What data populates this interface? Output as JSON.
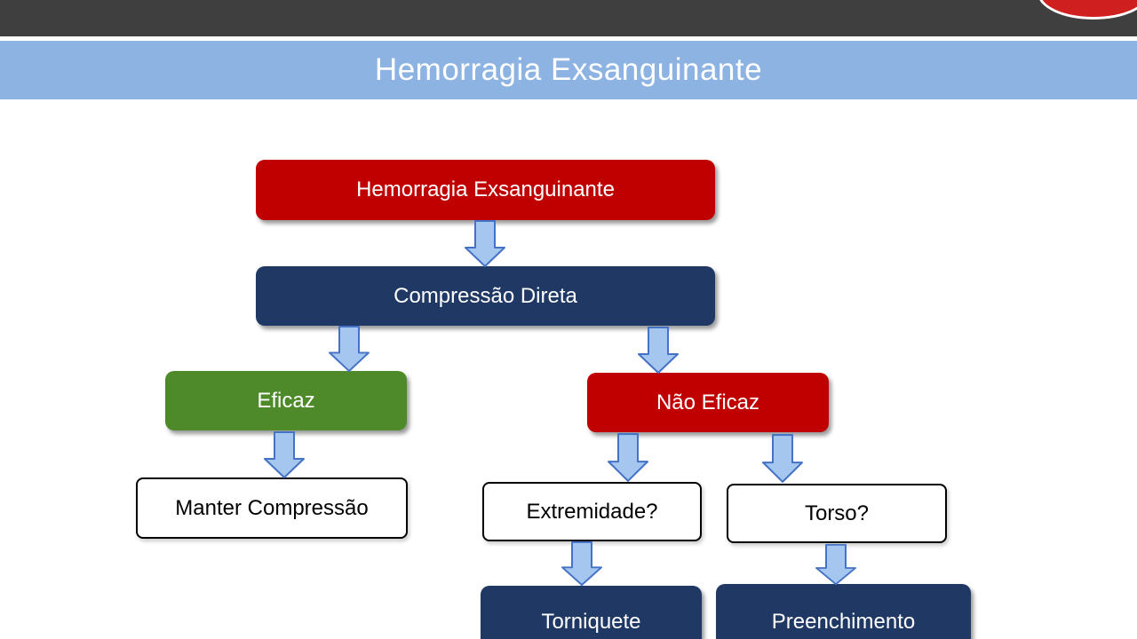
{
  "page": {
    "top_bar_color": "#3F3F3F",
    "logo": {
      "shape": "red-ellipse-partial",
      "color": "#D01F1F",
      "border_color": "#FFFFFF"
    }
  },
  "header": {
    "title": "Hemorragia Exsanguinante",
    "band_color": "#8DB3E2",
    "text_color": "#FFFFFF"
  },
  "flowchart": {
    "nodes": {
      "root": {
        "label": "Hemorragia Exsanguinante",
        "fill": "#C00000",
        "text": "#FFFFFF"
      },
      "compressao": {
        "label": "Compressão Direta",
        "fill": "#1F3864",
        "text": "#FFFFFF"
      },
      "eficaz": {
        "label": "Eficaz",
        "fill": "#4E8A2A",
        "text": "#FFFFFF"
      },
      "nao_eficaz": {
        "label": "Não Eficaz",
        "fill": "#C00000",
        "text": "#FFFFFF"
      },
      "manter": {
        "label": "Manter Compressão",
        "fill": "#FFFFFF",
        "text": "#000000",
        "border": "#000000"
      },
      "extremidade": {
        "label": "Extremidade?",
        "fill": "#FFFFFF",
        "text": "#000000",
        "border": "#000000"
      },
      "torso": {
        "label": "Torso?",
        "fill": "#FFFFFF",
        "text": "#000000",
        "border": "#000000"
      },
      "torniquete": {
        "label": "Torniquete",
        "fill": "#1F3864",
        "text": "#FFFFFF"
      },
      "preenchimento": {
        "label": "Preenchimento",
        "fill": "#1F3864",
        "text": "#FFFFFF"
      }
    },
    "edges": [
      {
        "from": "root",
        "to": "compressao"
      },
      {
        "from": "compressao",
        "to": "eficaz"
      },
      {
        "from": "compressao",
        "to": "nao_eficaz"
      },
      {
        "from": "eficaz",
        "to": "manter"
      },
      {
        "from": "nao_eficaz",
        "to": "extremidade"
      },
      {
        "from": "nao_eficaz",
        "to": "torso"
      },
      {
        "from": "extremidade",
        "to": "torniquete"
      },
      {
        "from": "torso",
        "to": "preenchimento"
      }
    ],
    "arrow_style": {
      "fill": "#A5C6EF",
      "stroke": "#4472C4"
    }
  }
}
